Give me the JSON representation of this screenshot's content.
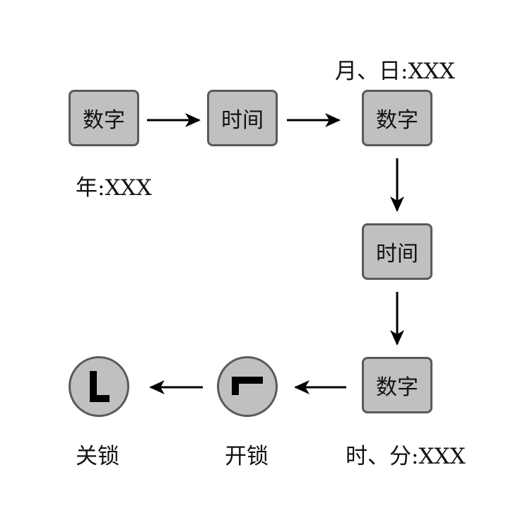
{
  "nodes": {
    "num1": "数字",
    "time1": "时间",
    "num2": "数字",
    "time2": "时间",
    "num3": "数字"
  },
  "labels": {
    "year": "年:XXX",
    "month_day": "月、日:XXX",
    "hour_minute": "时、分:XXX",
    "unlock": "开锁",
    "lock": "关锁"
  },
  "icons": {
    "unlock": "unlock-corner-icon",
    "lock": "lock-L-icon"
  },
  "colors": {
    "box_fill": "#c0c0c0",
    "box_border": "#5a5a5a",
    "arrow": "#000000"
  }
}
